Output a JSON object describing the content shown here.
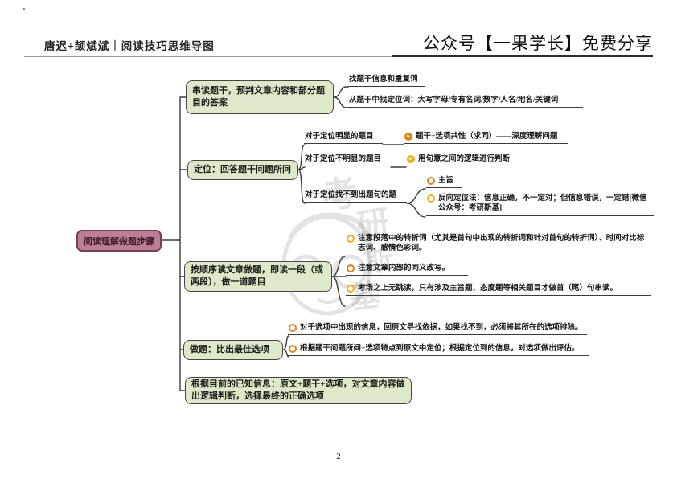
{
  "header": {
    "left_title": "唐迟+颉斌斌｜阅读技巧思维导图",
    "right_title": "公众号【一果学长】免费分享"
  },
  "footer": {
    "page_number": "2"
  },
  "watermark": {
    "char_1": "考",
    "char_2": "研",
    "char_3": "斯",
    "char_4": "基"
  },
  "colors": {
    "root_fill": "#bc7e96",
    "root_border": "#7a3f58",
    "root_text": "#401a2d",
    "branch_fill": "#dde9c9",
    "branch_border": "#474747",
    "line": "#3b3b3b",
    "marker_orange": "#e0821c",
    "marker_yellow": "#ecb11e"
  },
  "root": {
    "label": "阅读理解做题步骤"
  },
  "branches": [
    {
      "label": "串读题干，预判文章内容和部分题目的答案",
      "children": [
        {
          "text": "找题干信息和重复词"
        },
        {
          "text": "从题干中找定位词：大写字母/专有名词/数字/人名/地名/关键词"
        }
      ]
    },
    {
      "label": "定位：回答题干问题所问",
      "children": [
        {
          "text": "对于定位明显的题目",
          "children": [
            {
              "marker": {
                "type": "arrow",
                "glyph": "►",
                "color": "#e0821c"
              },
              "text": "题干+选项共性（求同）——深度理解问题"
            }
          ]
        },
        {
          "text": "对于定位不明显的题目",
          "children": [
            {
              "marker": {
                "type": "arrow",
                "glyph": "►",
                "color": "#ecb11e"
              },
              "text": "用句意之间的逻辑进行判断"
            }
          ]
        },
        {
          "text": "对于定位找不到出题句的题",
          "children": [
            {
              "marker": {
                "type": "ring",
                "color": "#e0821c"
              },
              "text": "主旨"
            },
            {
              "marker": {
                "type": "ring",
                "color": "#ecb11e"
              },
              "text": "反向定位法：信息正确，不一定对；但信息错误，一定错[微信公众号：考研斯基]"
            }
          ]
        }
      ]
    },
    {
      "label": "按顺序读文章做题，即读一段（或两段），做一道题目",
      "children": [
        {
          "marker": {
            "type": "ring",
            "color": "#ecb11e"
          },
          "text": "注意段落中的转折词（尤其是首句中出现的转折词和针对首句的转折词）、时间对比标志词、感情色彩词。"
        },
        {
          "marker": {
            "type": "ring",
            "color": "#e0821c"
          },
          "text": "注意文章内部的同义改写。"
        },
        {
          "marker": {
            "type": "ring",
            "color": "#ecb11e"
          },
          "text": "考场之上无跳读，只有涉及主旨题、态度题等相关题目才做首（尾）句串读。"
        }
      ]
    },
    {
      "label": "做题：比出最佳选项",
      "children": [
        {
          "marker": {
            "type": "ring",
            "color": "#e0821c"
          },
          "text": "对于选项中出现的信息，回原文寻找依据，如果找不到，必须将其所在的选项排除。"
        },
        {
          "marker": {
            "type": "ring",
            "color": "#e0821c"
          },
          "text": "根据题干问题所问+选项特点到原文中定位；根据定位到的信息，对选项做出评估。"
        }
      ]
    },
    {
      "label": "根据目前的已知信息：原文+题干+选项，对文章内容做出逻辑判断，选择最终的正确选项"
    }
  ]
}
